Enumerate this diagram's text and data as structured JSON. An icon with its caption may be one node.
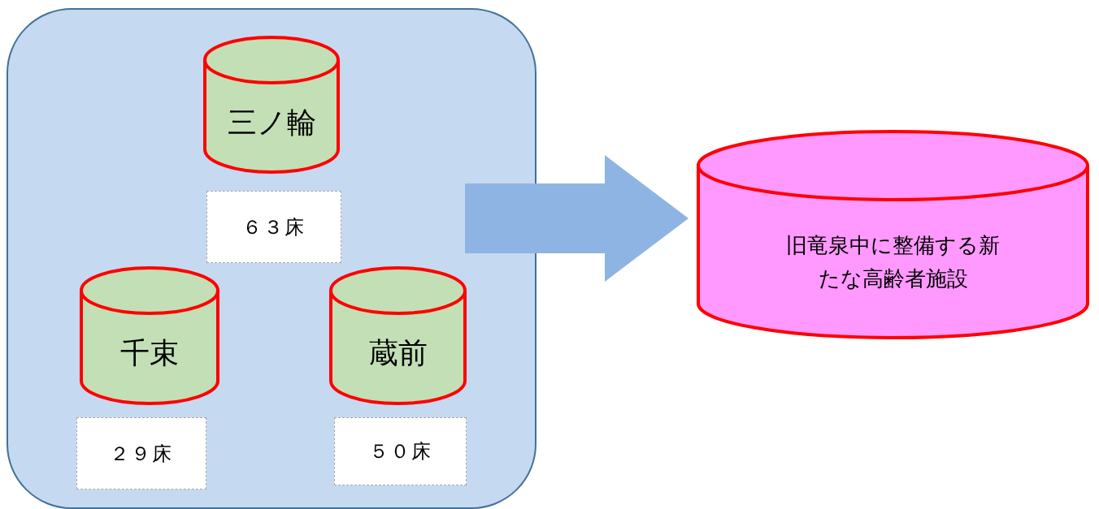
{
  "diagram": {
    "nodes": [
      {
        "text": [],
        "shape": "box"
      },
      {
        "text": [
          "三ノ輪"
        ],
        "in": 0
      },
      {
        "text": [
          "６３床"
        ],
        "in": 0
      },
      {
        "text": [
          "千束"
        ],
        "in": 0
      },
      {
        "text": [
          "蔵前"
        ],
        "in": 0
      },
      {
        "text": [
          "２９床"
        ],
        "in": 0
      },
      {
        "text": [
          "５０床"
        ],
        "in": 0
      },
      {
        "text": [
          "旧竜泉中に整備する新たな高齢者施設"
        ]
      }
    ],
    "edges": [
      {
        "from": 0,
        "to": 7,
        "arrow": "to",
        "style": "thick",
        "color": "#8eb4e3"
      }
    ]
  }
}
